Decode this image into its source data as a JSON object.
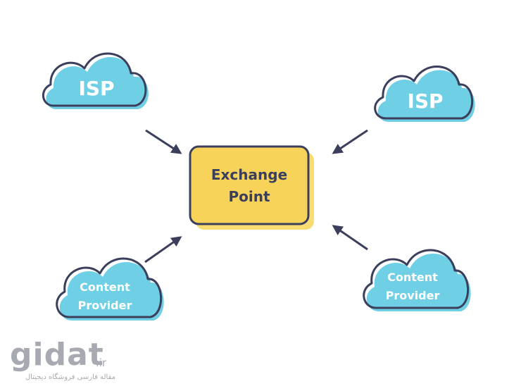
{
  "nodes": {
    "isp_top_left": {
      "label": "ISP"
    },
    "isp_top_right": {
      "label": "ISP"
    },
    "content_provider_left": {
      "line1": "Content",
      "line2": "Provider"
    },
    "content_provider_right": {
      "line1": "Content",
      "line2": "Provider"
    },
    "hub": {
      "line1": "Exchange",
      "line2": "Point"
    }
  },
  "colors": {
    "cloud_fill": "#6fd0e5",
    "outline": "#3b3f5c",
    "hub_fill": "#f7d35a",
    "hub_shadow": "#f9dc72",
    "arrow": "#3b3f5c"
  },
  "watermark": {
    "brand": "gidat",
    "tld": ".ir",
    "tagline": "مقاله فارسی فروشگاه دیجیتال"
  }
}
